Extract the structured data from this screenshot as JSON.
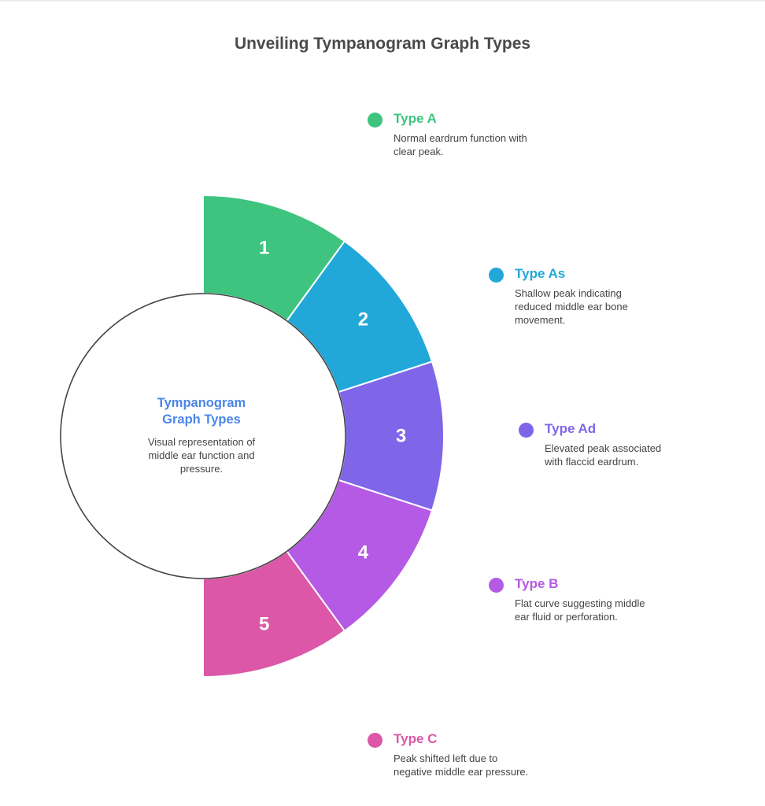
{
  "title": "Unveiling Tympanogram Graph Types",
  "center": {
    "title_line1": "Tympanogram",
    "title_line2": "Graph Types",
    "desc_line1": "Visual representation of",
    "desc_line2": "middle ear function and",
    "desc_line3": "pressure."
  },
  "colors": {
    "center_title": "#4a86e8"
  },
  "segments": [
    {
      "number": "1",
      "color": "#3ec47e"
    },
    {
      "number": "2",
      "color": "#22a8d8"
    },
    {
      "number": "3",
      "color": "#7f66e8"
    },
    {
      "number": "4",
      "color": "#b55ae4"
    },
    {
      "number": "5",
      "color": "#dc57a7"
    }
  ],
  "items": [
    {
      "title": "Type A",
      "color": "#3ec47e",
      "desc_line1": "Normal eardrum function with",
      "desc_line2": "clear peak.",
      "desc_line3": ""
    },
    {
      "title": "Type As",
      "color": "#22a8d8",
      "desc_line1": "Shallow peak indicating",
      "desc_line2": "reduced middle ear bone",
      "desc_line3": "movement."
    },
    {
      "title": "Type Ad",
      "color": "#7f66e8",
      "desc_line1": "Elevated peak associated",
      "desc_line2": "with flaccid eardrum.",
      "desc_line3": ""
    },
    {
      "title": "Type B",
      "color": "#b55ae4",
      "desc_line1": "Flat curve suggesting middle",
      "desc_line2": "ear fluid or perforation.",
      "desc_line3": ""
    },
    {
      "title": "Type C",
      "color": "#dc57a7",
      "desc_line1": "Peak shifted left due to",
      "desc_line2": "negative middle ear pressure.",
      "desc_line3": ""
    }
  ]
}
